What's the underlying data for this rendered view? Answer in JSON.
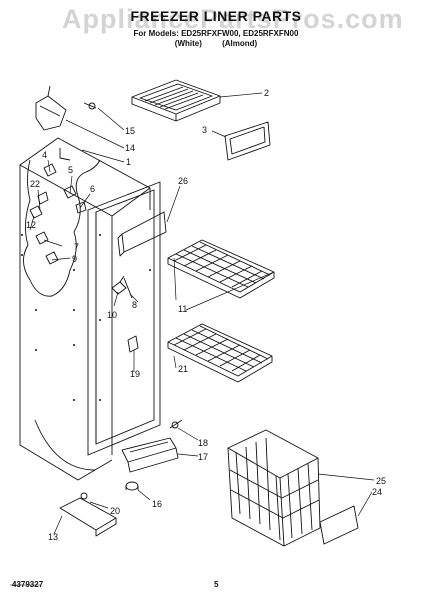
{
  "watermark": "AppliancePartsPros.com",
  "header": {
    "title": "FREEZER LINER PARTS",
    "models": "For Models: ED25RFXFW00, ED25RFXFN00",
    "variants": "(White)        (Almond)"
  },
  "footer": {
    "doc_number": "4379327",
    "page_number": "5"
  },
  "callouts": {
    "p1": "1",
    "p2": "2",
    "p3": "3",
    "p4": "4",
    "p5": "5",
    "p6": "6",
    "p7": "7",
    "p8": "8",
    "p9": "9",
    "p10": "10",
    "p11": "11",
    "p12": "12",
    "p13": "13",
    "p14": "14",
    "p15": "15",
    "p16": "16",
    "p17": "17",
    "p18": "18",
    "p19": "19",
    "p20": "20",
    "p21": "21",
    "p22": "22",
    "p24": "24",
    "p25": "25",
    "p26": "26"
  },
  "colors": {
    "ink": "#111111",
    "paper": "#ffffff"
  }
}
